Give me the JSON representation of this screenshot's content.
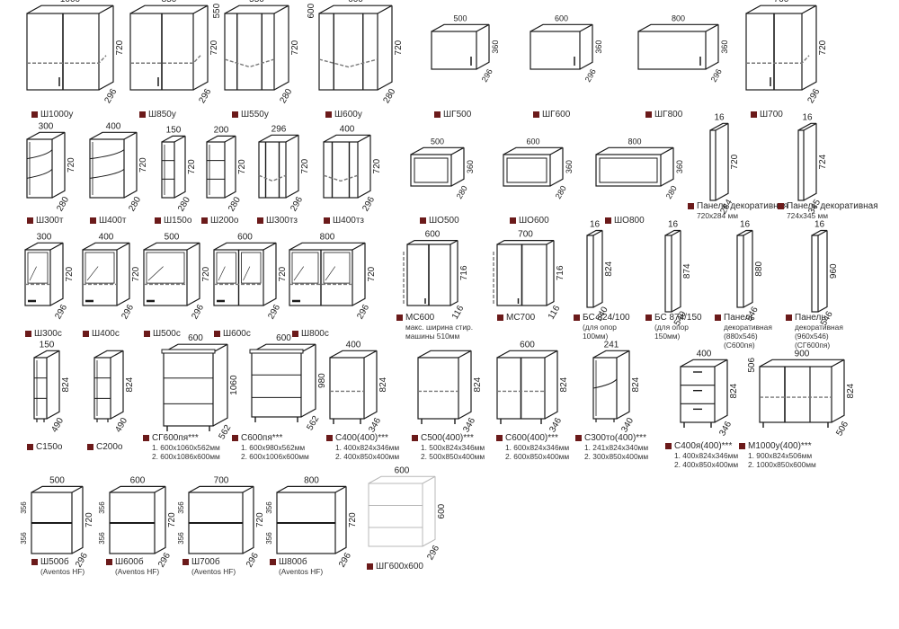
{
  "colors": {
    "marker": "#6b1a1a",
    "stroke": "#1a1a1a",
    "ghost": "#b8b8b8"
  },
  "items": [
    {
      "id": "sh1000u",
      "label": "Ш1000у",
      "dims": {
        "w": "1000",
        "h": "720",
        "d": "296"
      }
    },
    {
      "id": "sh850u",
      "label": "Ш850у",
      "dims": {
        "w": "850",
        "h": "720",
        "d": "296"
      }
    },
    {
      "id": "sh550u",
      "label": "Ш550у",
      "dims": {
        "w": "550",
        "h": "720",
        "d": "280",
        "w2": "550"
      }
    },
    {
      "id": "sh600u",
      "label": "Ш600у",
      "dims": {
        "w": "600",
        "h": "720",
        "d": "280",
        "w2": "600"
      }
    },
    {
      "id": "shg500",
      "label": "ШГ500",
      "dims": {
        "w": "500",
        "h": "360",
        "d": "296"
      }
    },
    {
      "id": "shg600",
      "label": "ШГ600",
      "dims": {
        "w": "600",
        "h": "360",
        "d": "296"
      }
    },
    {
      "id": "shg800",
      "label": "ШГ800",
      "dims": {
        "w": "800",
        "h": "360",
        "d": "296"
      }
    },
    {
      "id": "sh700",
      "label": "Ш700",
      "dims": {
        "w": "700",
        "h": "720",
        "d": "296"
      }
    },
    {
      "id": "sh300t",
      "label": "Ш300т",
      "dims": {
        "w": "300",
        "h": "720",
        "d": "280"
      }
    },
    {
      "id": "sh400t",
      "label": "Ш400т",
      "dims": {
        "w": "400",
        "h": "720",
        "d": "280"
      }
    },
    {
      "id": "sh150o",
      "label": "Ш150о",
      "dims": {
        "w": "150",
        "h": "720",
        "d": "280"
      }
    },
    {
      "id": "sh200o",
      "label": "Ш200о",
      "dims": {
        "w": "200",
        "h": "720",
        "d": "280"
      }
    },
    {
      "id": "sh300tz",
      "label": "Ш300тз",
      "dims": {
        "w": "296",
        "h": "720",
        "d": "296"
      }
    },
    {
      "id": "sh400tz",
      "label": "Ш400тз",
      "dims": {
        "w": "400",
        "h": "720",
        "d": "296"
      }
    },
    {
      "id": "sho500",
      "label": "ШО500",
      "dims": {
        "w": "500",
        "h": "360",
        "d": "280"
      }
    },
    {
      "id": "sho600",
      "label": "ШО600",
      "dims": {
        "w": "600",
        "h": "360",
        "d": "280"
      }
    },
    {
      "id": "sho800",
      "label": "ШО800",
      "dims": {
        "w": "800",
        "h": "360",
        "d": "280"
      }
    },
    {
      "id": "panel720",
      "label": "Панель декоративная",
      "sub": [
        "720х284 мм"
      ],
      "dims": {
        "w": "16",
        "h": "720",
        "d": "284"
      }
    },
    {
      "id": "panel724",
      "label": "Панель декоративная",
      "sub": [
        "724х345 мм"
      ],
      "dims": {
        "w": "16",
        "h": "724",
        "d": "345"
      }
    },
    {
      "id": "sh300s",
      "label": "Ш300с",
      "dims": {
        "w": "300",
        "h": "720",
        "d": "296"
      }
    },
    {
      "id": "sh400s",
      "label": "Ш400с",
      "dims": {
        "w": "400",
        "h": "720",
        "d": "296"
      }
    },
    {
      "id": "sh500s",
      "label": "Ш500с",
      "dims": {
        "w": "500",
        "h": "720",
        "d": "296"
      }
    },
    {
      "id": "sh600s",
      "label": "Ш600с",
      "dims": {
        "w": "600",
        "h": "720",
        "d": "296"
      }
    },
    {
      "id": "sh800s",
      "label": "Ш800с",
      "dims": {
        "w": "800",
        "h": "720",
        "d": "296"
      }
    },
    {
      "id": "ms600",
      "label": "МС600",
      "sub": [
        "макс. ширина стир.",
        "машины 510мм"
      ],
      "dims": {
        "w": "600",
        "h": "716",
        "d": "116"
      }
    },
    {
      "id": "ms700",
      "label": "МС700",
      "dims": {
        "w": "700",
        "h": "716",
        "d": "116"
      }
    },
    {
      "id": "bs824",
      "label": "БС 824/100",
      "sub": [
        "(для опор",
        "100мм)"
      ],
      "dims": {
        "w": "16",
        "h": "824",
        "d": "540"
      }
    },
    {
      "id": "bs874",
      "label": "БС 874/150",
      "sub": [
        "(для опор",
        "150мм)"
      ],
      "dims": {
        "w": "16",
        "h": "874",
        "d": "540"
      }
    },
    {
      "id": "panel880",
      "label": "Панель",
      "sub": [
        "декоративная",
        "(880х546)",
        "(С600пя)"
      ],
      "dims": {
        "w": "16",
        "h": "880",
        "d": "546"
      }
    },
    {
      "id": "panel960",
      "label": "Панель",
      "sub": [
        "декоративная",
        "(960х546)",
        "(СГ600пя)"
      ],
      "dims": {
        "w": "16",
        "h": "960",
        "d": "546"
      }
    },
    {
      "id": "s150o",
      "label": "С150о",
      "dims": {
        "w": "150",
        "h": "824",
        "d": "490"
      }
    },
    {
      "id": "s200o",
      "label": "С200о",
      "dims": {
        "w": "",
        "h": "824",
        "d": "490"
      }
    },
    {
      "id": "sg600pya",
      "label": "СГ600пя***",
      "sub": [
        "1. 600х1060х562мм",
        "2. 600х1086х600мм"
      ],
      "dims": {
        "w": "600",
        "h": "1060",
        "d": "562"
      }
    },
    {
      "id": "s600pya",
      "label": "С600пя***",
      "sub": [
        "1. 600х980х562мм",
        "2. 600х1006х600мм"
      ],
      "dims": {
        "w": "600",
        "h": "980",
        "d": "562"
      }
    },
    {
      "id": "s400",
      "label": "С400(400)***",
      "sub": [
        "1. 400х824х346мм",
        "2. 400х850х400мм"
      ],
      "dims": {
        "w": "400",
        "h": "824",
        "d": "346"
      }
    },
    {
      "id": "s500",
      "label": "С500(400)***",
      "sub": [
        "1. 500х824х346мм",
        "2. 500х850х400мм"
      ],
      "dims": {
        "w": "",
        "h": "824",
        "d": "346"
      }
    },
    {
      "id": "s600",
      "label": "С600(400)***",
      "sub": [
        "1. 600х824х346мм",
        "2. 600х850х400мм"
      ],
      "dims": {
        "w": "600",
        "h": "824",
        "d": "346"
      }
    },
    {
      "id": "s300to",
      "label": "С300то(400)***",
      "sub": [
        "1. 241х824х340мм",
        "2. 300х850х400мм"
      ],
      "dims": {
        "w": "241",
        "h": "824",
        "d": "340"
      }
    },
    {
      "id": "s400ya",
      "label": "С400я(400)***",
      "sub": [
        "1. 400х824х346мм",
        "2. 400х850х400мм"
      ],
      "dims": {
        "w": "400",
        "h": "824",
        "d": "346"
      }
    },
    {
      "id": "m1000u",
      "label": "М1000у(400)***",
      "sub": [
        "1. 900х824х506мм",
        "2. 1000х850х600мм"
      ],
      "dims": {
        "w": "900",
        "h": "824",
        "d": "506",
        "w2": "506"
      }
    },
    {
      "id": "sh500b",
      "label": "Ш500б",
      "sub": [
        "(Aventos HF)"
      ],
      "dims": {
        "w": "500",
        "h": "720",
        "d": "296",
        "h1": "356",
        "h2": "356"
      }
    },
    {
      "id": "sh600b",
      "label": "Ш600б",
      "sub": [
        "(Aventos HF)"
      ],
      "dims": {
        "w": "600",
        "h": "720",
        "d": "296",
        "h1": "356",
        "h2": "356"
      }
    },
    {
      "id": "sh700b",
      "label": "Ш700б",
      "sub": [
        "(Aventos HF)"
      ],
      "dims": {
        "w": "700",
        "h": "720",
        "d": "296",
        "h1": "356",
        "h2": "356"
      }
    },
    {
      "id": "sh800b",
      "label": "Ш800б",
      "sub": [
        "(Aventos HF)"
      ],
      "dims": {
        "w": "800",
        "h": "720",
        "d": "296",
        "h1": "356",
        "h2": "356"
      }
    },
    {
      "id": "shg600x600",
      "label": "ШГ600х600",
      "dims": {
        "w": "600",
        "h": "600",
        "d": "296"
      }
    }
  ]
}
